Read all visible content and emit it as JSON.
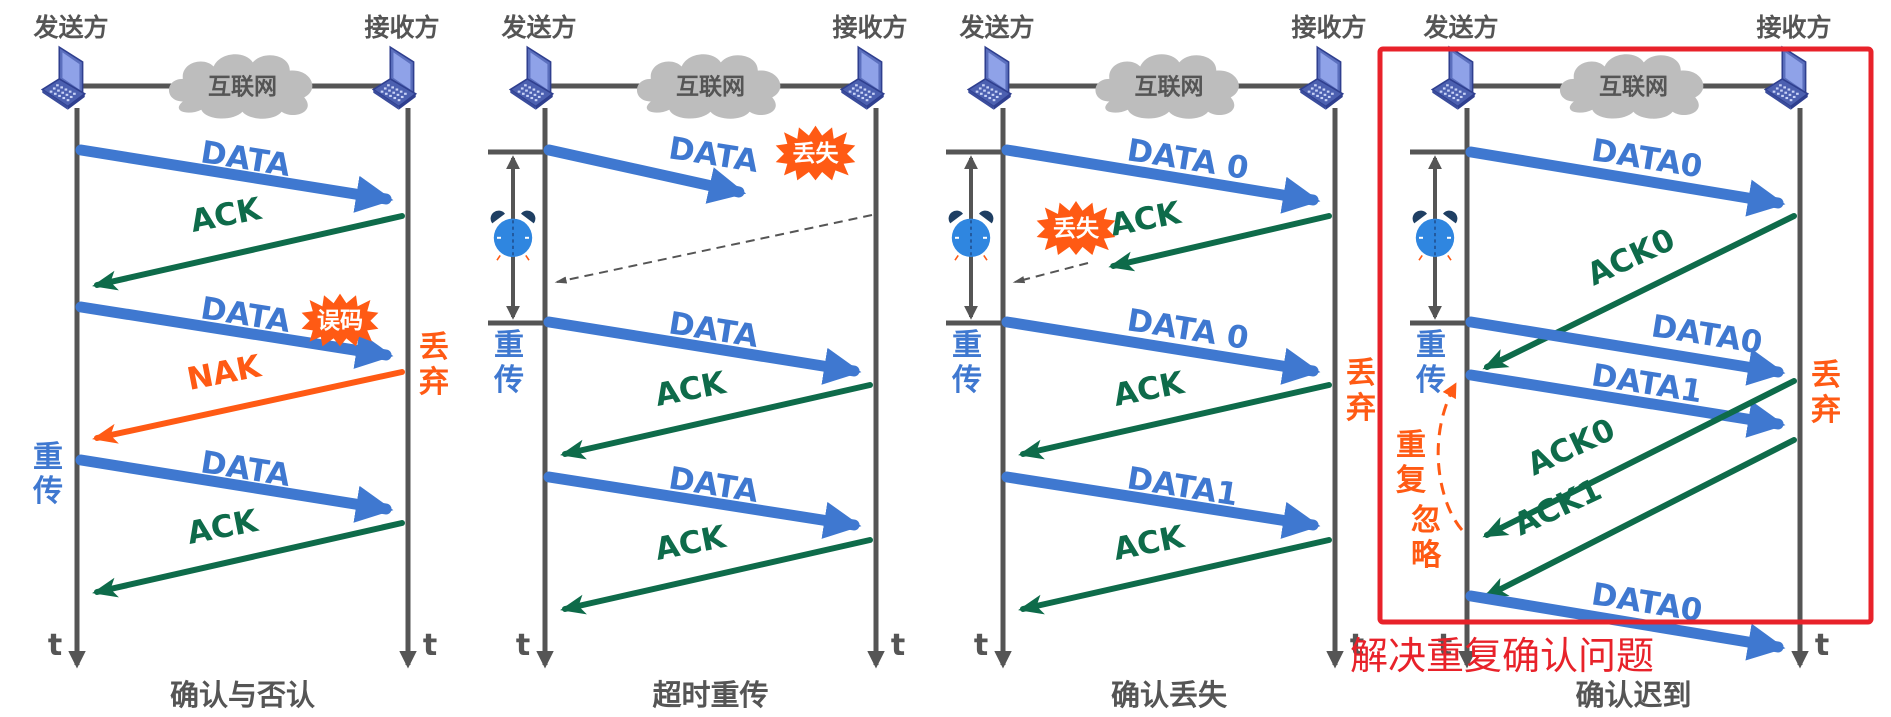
{
  "colors": {
    "data_arrow": "#3f78d0",
    "ack_arrow": "#0e6b4a",
    "nak_arrow": "#ff5a14",
    "alert": "#ff5a14",
    "timeline": "#555555",
    "cloud": "#bdbdbd",
    "highlight_box": "#e8222a"
  },
  "common": {
    "sender_label": "发送方",
    "receiver_label": "接收方",
    "network_label": "互联网",
    "time_axis_label": "t",
    "laptop_icon": "laptop-icon",
    "cloud_icon": "cloud-icon",
    "timer_icon": "alarm-clock-icon"
  },
  "panels": [
    {
      "id": "ack-nak",
      "caption": "确认与否认",
      "messages": [
        {
          "dir": "to-receiver",
          "type": "data",
          "label": "DATA"
        },
        {
          "dir": "to-sender",
          "type": "ack",
          "label": "ACK"
        },
        {
          "dir": "to-receiver",
          "type": "data",
          "label": "DATA",
          "burst": "误码"
        },
        {
          "dir": "to-sender",
          "type": "nak",
          "label": "NAK"
        },
        {
          "dir": "to-receiver",
          "type": "data",
          "label": "DATA"
        },
        {
          "dir": "to-sender",
          "type": "ack",
          "label": "ACK"
        }
      ],
      "receiver_note": "丢弃",
      "sender_note": "重传"
    },
    {
      "id": "timeout-retransmit",
      "caption": "超时重传",
      "messages": [
        {
          "dir": "to-receiver",
          "type": "data",
          "label": "DATA",
          "burst": "丢失"
        },
        {
          "dir": "to-receiver",
          "type": "data",
          "label": "DATA"
        },
        {
          "dir": "to-sender",
          "type": "ack",
          "label": "ACK"
        },
        {
          "dir": "to-receiver",
          "type": "data",
          "label": "DATA"
        },
        {
          "dir": "to-sender",
          "type": "ack",
          "label": "ACK"
        }
      ],
      "sender_note": "重传"
    },
    {
      "id": "ack-lost",
      "caption": "确认丢失",
      "messages": [
        {
          "dir": "to-receiver",
          "type": "data",
          "label": "DATA 0"
        },
        {
          "dir": "to-sender",
          "type": "ack",
          "label": "ACK",
          "burst": "丢失"
        },
        {
          "dir": "to-receiver",
          "type": "data",
          "label": "DATA 0"
        },
        {
          "dir": "to-sender",
          "type": "ack",
          "label": "ACK"
        },
        {
          "dir": "to-receiver",
          "type": "data",
          "label": "DATA1"
        },
        {
          "dir": "to-sender",
          "type": "ack",
          "label": "ACK"
        }
      ],
      "receiver_note": "丢弃",
      "sender_note": "重传"
    },
    {
      "id": "ack-delayed",
      "caption": "确认迟到",
      "messages": [
        {
          "dir": "to-receiver",
          "type": "data",
          "label": "DATA0"
        },
        {
          "dir": "to-sender",
          "type": "ack",
          "label": "ACK0"
        },
        {
          "dir": "to-receiver",
          "type": "data",
          "label": "DATA0"
        },
        {
          "dir": "to-receiver",
          "type": "data",
          "label": "DATA1"
        },
        {
          "dir": "to-sender",
          "type": "ack",
          "label": "ACK0"
        },
        {
          "dir": "to-sender",
          "type": "ack",
          "label": "ACK1"
        },
        {
          "dir": "to-receiver",
          "type": "data",
          "label": "DATA0"
        }
      ],
      "receiver_note": "丢弃",
      "sender_note": "重传",
      "ignore_note_1": "重复",
      "ignore_note_2": "忽略"
    }
  ],
  "annotation": {
    "text": "解决重复确认问题"
  }
}
